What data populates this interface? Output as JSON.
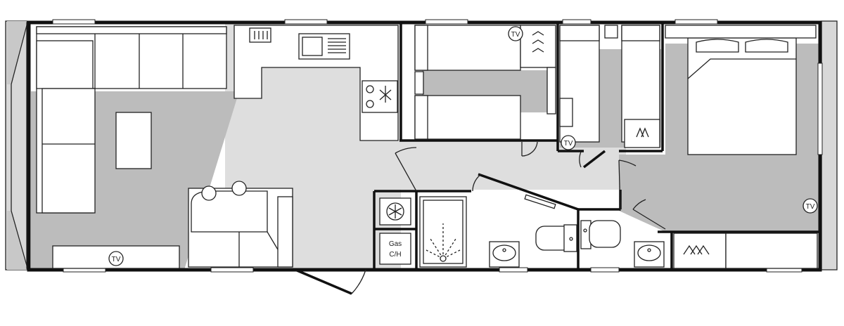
{
  "labels": {
    "tv": "TV",
    "gas_line1": "Gas",
    "gas_line2": "C/H"
  },
  "colors": {
    "wall": "#111111",
    "carpet": "#bcbcbc",
    "vinyl_floor": "#dedede",
    "furniture": "#ffffff"
  },
  "icons": [
    "tv-icon",
    "hanger-icon",
    "hob-icon",
    "sink-icon",
    "snowflake-icon",
    "shower-icon",
    "toilet-icon",
    "basin-icon",
    "door-swing-icon",
    "bed-icon",
    "sofa-icon",
    "table-icon"
  ]
}
